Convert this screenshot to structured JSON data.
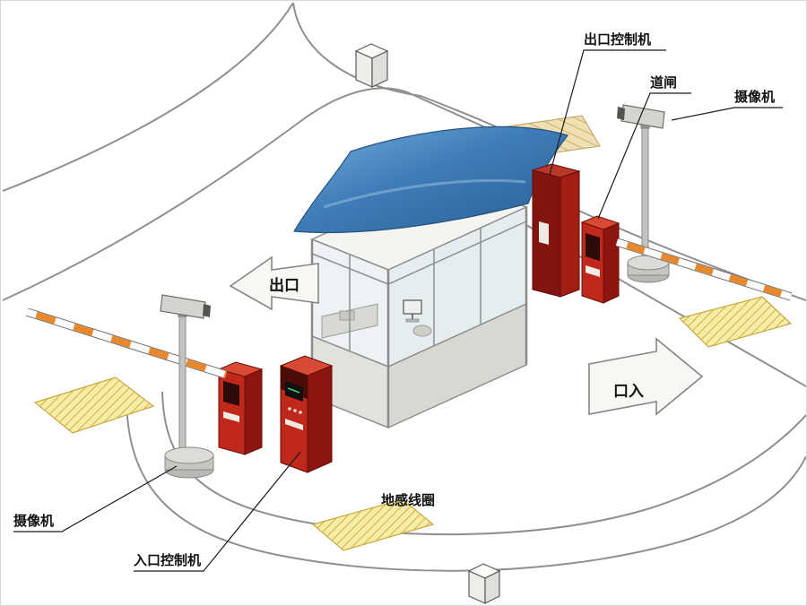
{
  "diagram": {
    "type": "isometric-schematic",
    "subject": "parking-lot-entry-exit-barrier-system",
    "labels": {
      "exit_controller": "出口控制机",
      "barrier_gate": "道闸",
      "camera_top_right": "摄像机",
      "camera_bottom_left": "摄像机",
      "entrance_controller": "入口控制机",
      "ground_sensor_coil": "地感线圈",
      "exit_direction": "出口",
      "entrance_direction": "口入"
    },
    "colors": {
      "background": "#ffffff",
      "road_line": "#8f8f8f",
      "roof_blue": "#3f7cb8",
      "awning_tan": "#f0ddae",
      "machine_red": "#c0281c",
      "machine_dark_red": "#8c150d",
      "barrier_stripe_orange": "#e8872c",
      "coil_yellow": "#f6eda8",
      "coil_hatch": "#d3b94e",
      "label_text": "#111111"
    }
  }
}
